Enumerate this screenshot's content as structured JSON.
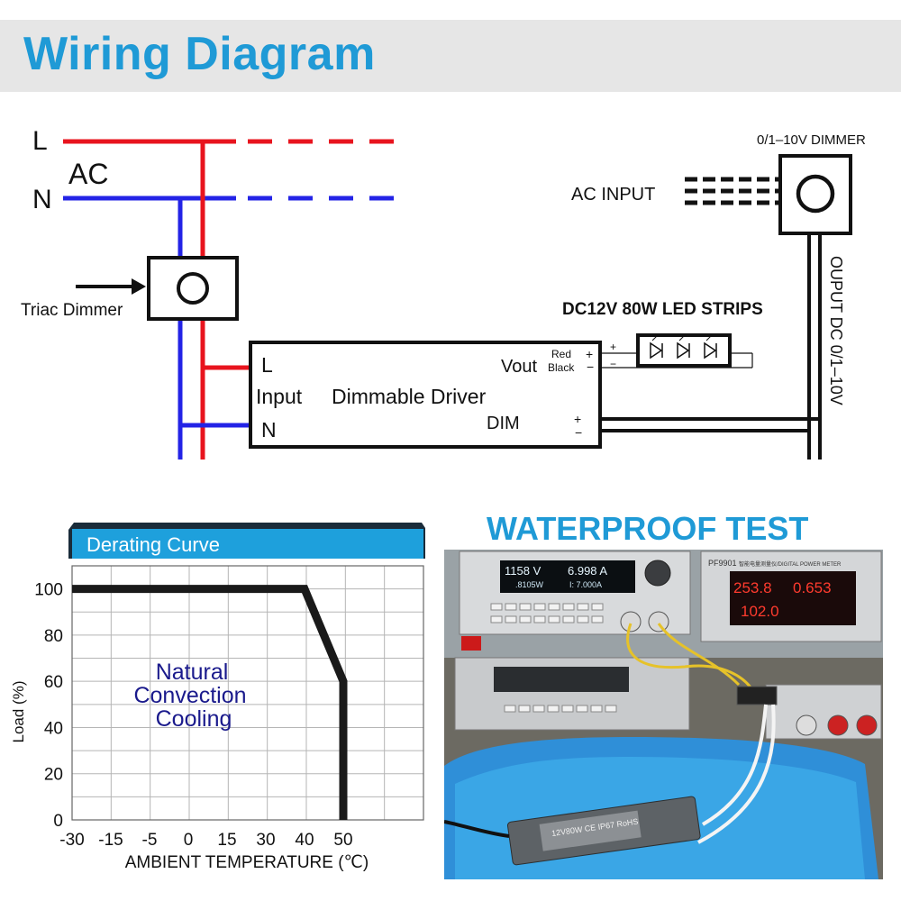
{
  "header": {
    "title": "Wiring Diagram"
  },
  "wiring": {
    "line_l": "L",
    "line_n": "N",
    "ac_label": "AC",
    "triac_dimmer": "Triac Dimmer",
    "driver": {
      "l_label": "L",
      "n_label": "N",
      "input_label": "Input",
      "name": "Dimmable Driver",
      "vout_label": "Vout",
      "red_label": "Red",
      "black_label": "Black",
      "dim_label": "DIM",
      "plus": "+",
      "minus": "−"
    },
    "led_strips": "DC12V 80W LED STRIPS",
    "dimmer_label": "0/1–10V  DIMMER",
    "ac_input": "AC  INPUT",
    "output_label": "OUPUT  DC  0/1–10V",
    "colors": {
      "live": "#e8141e",
      "neutral": "#2323e6"
    }
  },
  "derating": {
    "title": "Derating Curve",
    "annotation": [
      "Natural",
      "Convection",
      "Cooling"
    ],
    "colors": {
      "banner": "#1ea0dc",
      "curve": "#1a1a1a",
      "annotation": "#1a1a8c"
    }
  },
  "chart_data": {
    "type": "line",
    "title": "Derating Curve",
    "xlabel": "AMBIENT TEMPERATURE (℃)",
    "ylabel": "Load (%)",
    "x_ticks": [
      "-30",
      "-15",
      "-5",
      "0",
      "15",
      "30",
      "40",
      "50"
    ],
    "y_ticks": [
      "0",
      "20",
      "40",
      "60",
      "80",
      "100"
    ],
    "ylim": [
      0,
      110
    ],
    "series": [
      {
        "x": [
          -30,
          40,
          50,
          50
        ],
        "y": [
          100,
          100,
          60,
          0
        ]
      }
    ],
    "grid": true
  },
  "waterproof": {
    "title": "WATERPROOF TEST",
    "left_display": {
      "v1": "1158 V",
      "v2": "6.998 A",
      "v3": ".8105W",
      "v4": "I: 7.000A"
    },
    "meter_brand": "PF9901",
    "meter_title": "智能电量测量仪/DIGITAL POWER METER",
    "meter_top": [
      "253.8",
      "0.653"
    ],
    "meter_bottom": "102.0",
    "driver_label": "12V80W  CE IP67 RoHS"
  }
}
